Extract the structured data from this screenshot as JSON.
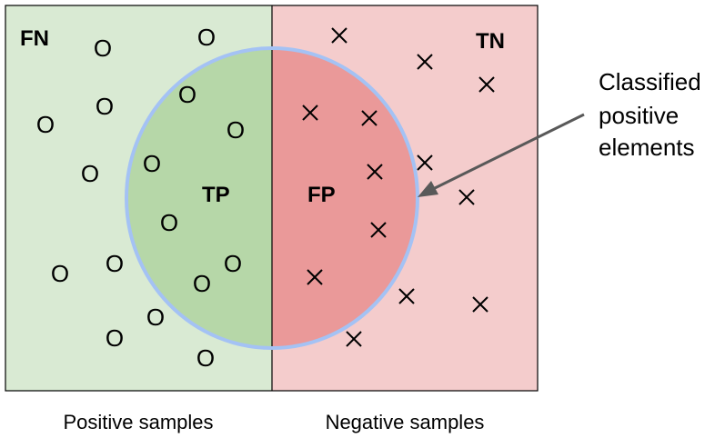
{
  "regions": {
    "fn": "FN",
    "tn": "TN",
    "tp": "TP",
    "fp": "FP"
  },
  "captions": {
    "positive": "Positive samples",
    "negative": "Negative samples"
  },
  "annotation": {
    "line1": "Classified",
    "line2": "positive",
    "line3": "elements"
  },
  "markers": {
    "positive_symbol": "O",
    "negative_symbol": "×"
  },
  "colors": {
    "positive_bg": "#d9ead3",
    "negative_bg": "#f4cccc",
    "tp_fill": "#b6d7a8",
    "fp_fill": "#ea9999",
    "circle_stroke": "#a4c2f4",
    "arrow": "#595959"
  }
}
